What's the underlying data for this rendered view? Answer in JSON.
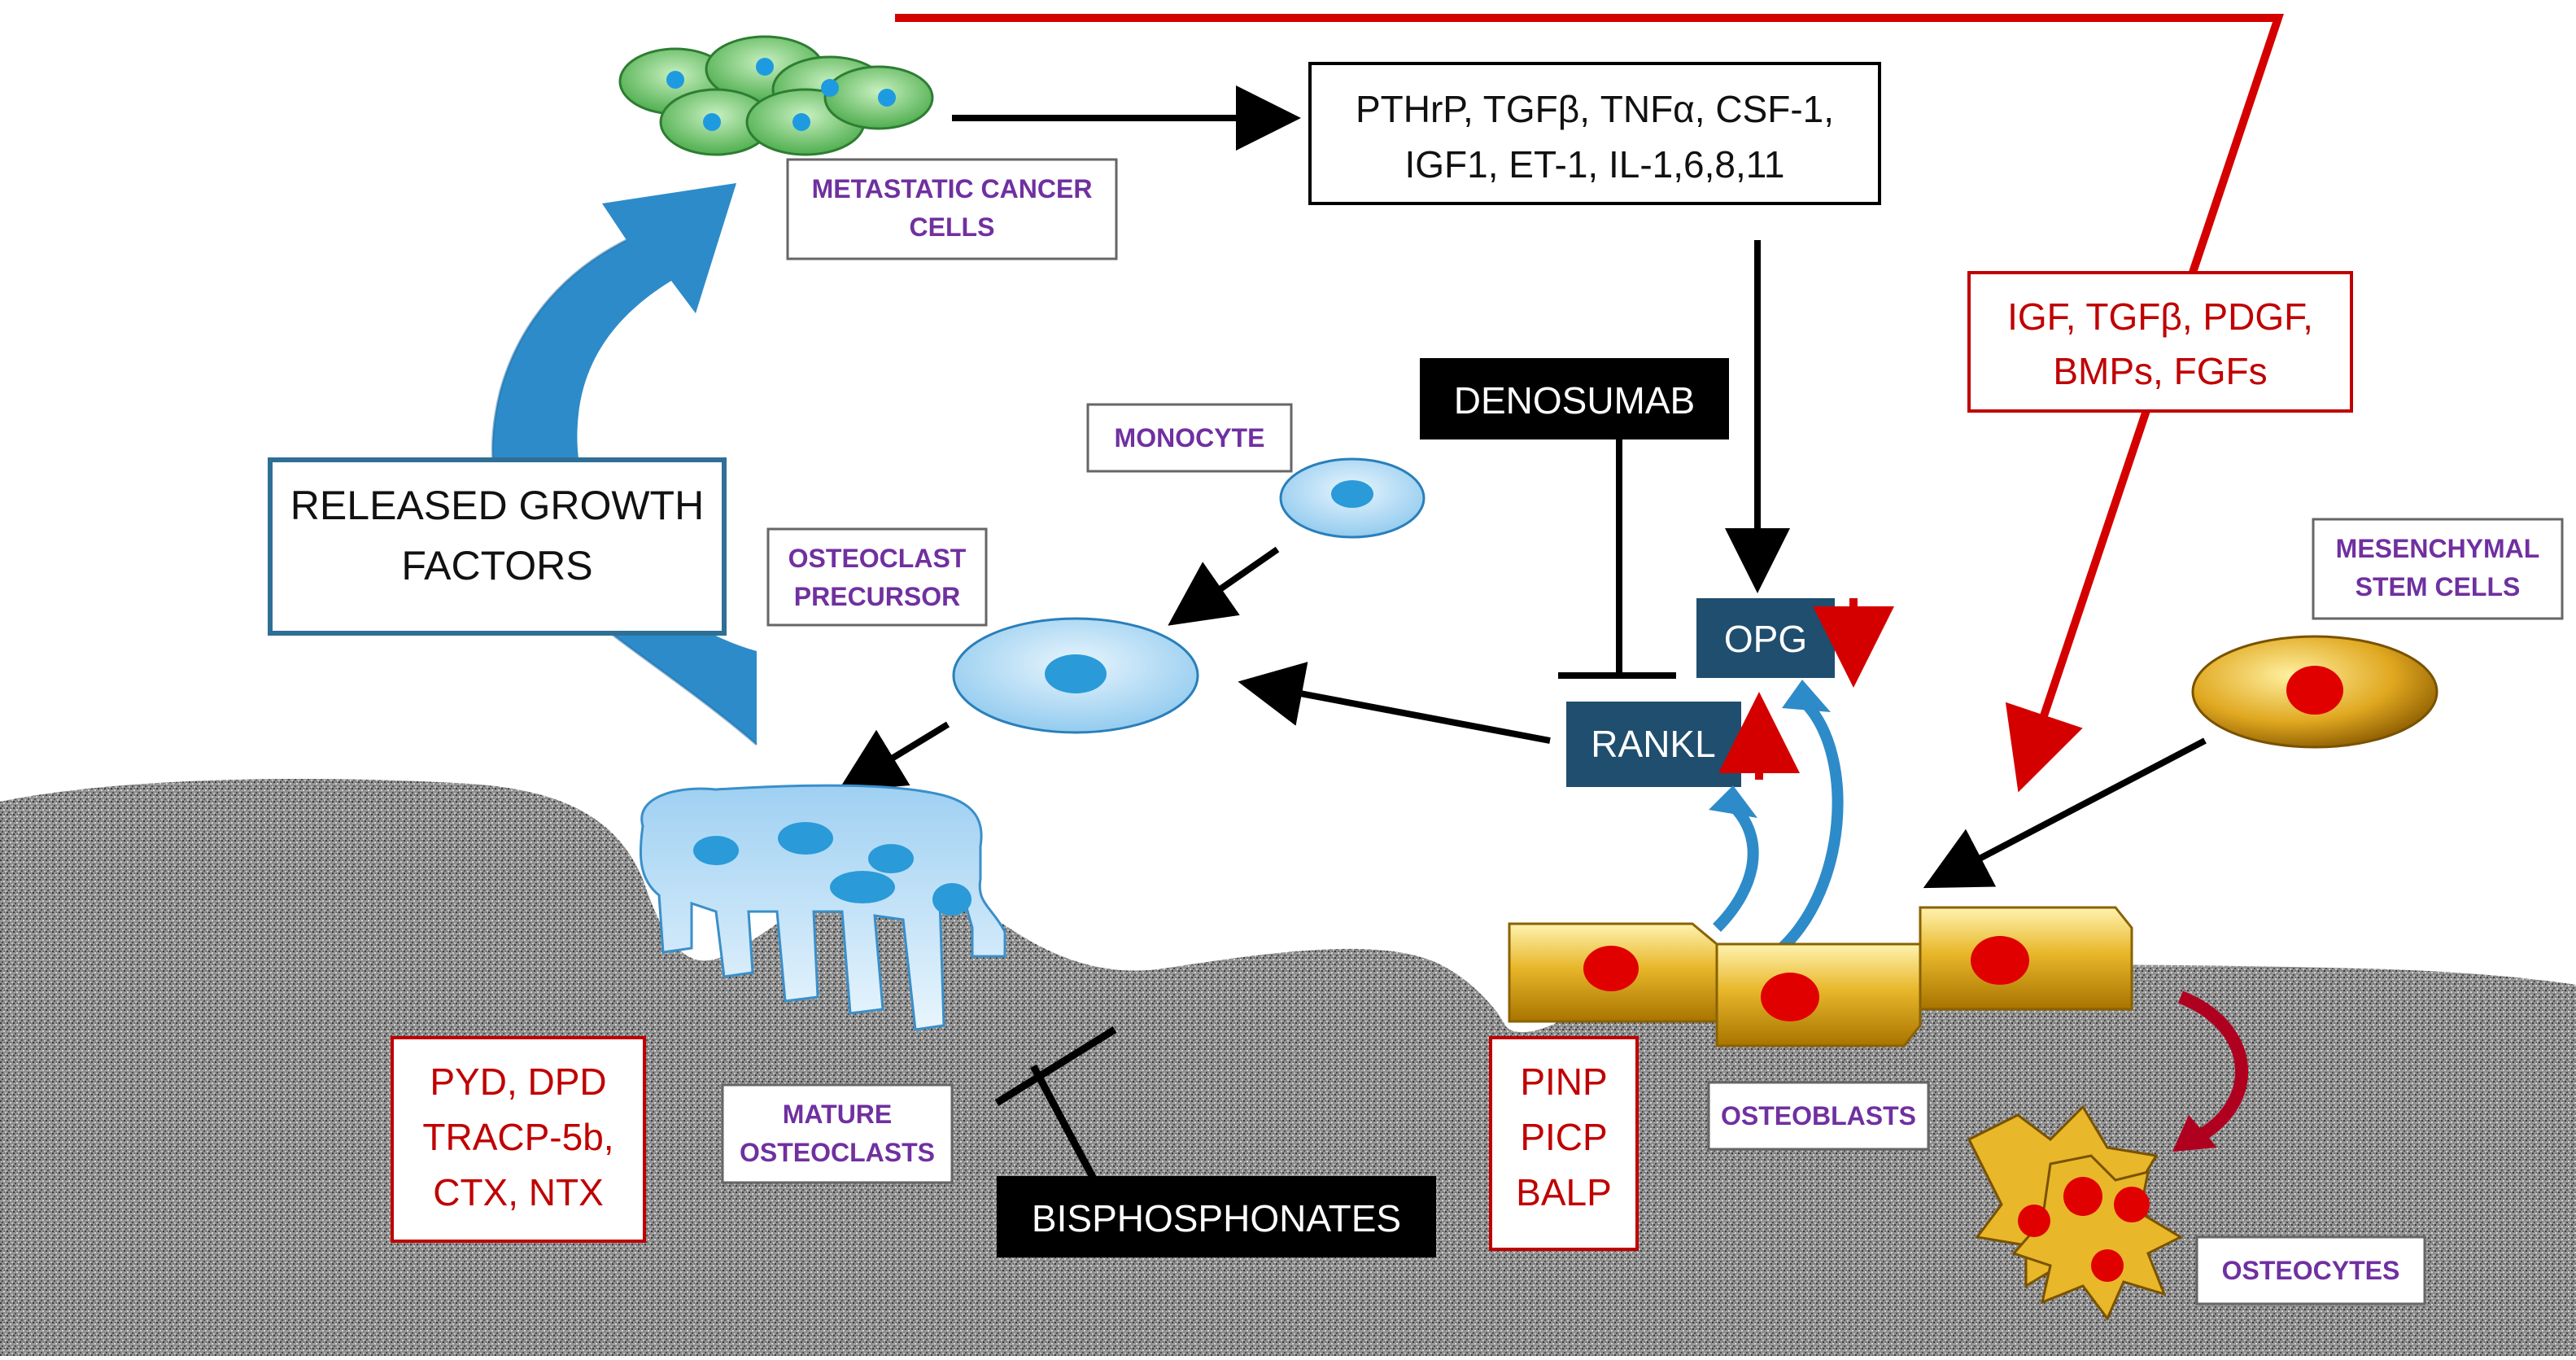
{
  "labels": {
    "metastatic_cells_1": "METASTATIC CANCER",
    "metastatic_cells_2": "CELLS",
    "factors_line1": "PTHrP, TGFβ, TNFα, CSF-1,",
    "factors_line2": "IGF1, ET-1, IL-1,6,8,11",
    "bone_factors_line1": "IGF, TGFβ, PDGF,",
    "bone_factors_line2": "BMPs, FGFs",
    "released_line1": "RELEASED GROWTH",
    "released_line2": "FACTORS",
    "denosumab": "DENOSUMAB",
    "monocyte": "MONOCYTE",
    "osteoclast_precursor_1": "OSTEOCLAST",
    "osteoclast_precursor_2": "PRECURSOR",
    "opg": "OPG",
    "rankl": "RANKL",
    "mesenchymal_1": "MESENCHYMAL",
    "mesenchymal_2": "STEM CELLS",
    "resorption_markers": [
      "PYD, DPD",
      "TRACP-5b,",
      "CTX, NTX"
    ],
    "mature_osteoclasts_1": "MATURE",
    "mature_osteoclasts_2": "OSTEOCLASTS",
    "bisphosphonates": "BISPHOSPHONATES",
    "formation_markers": [
      "PINP",
      "PICP",
      "BALP"
    ],
    "osteoblasts": "OSTEOBLASTS",
    "osteocytes": "OSTEOCYTES"
  },
  "colors": {
    "text_red": "#c00000",
    "text_purple": "#7030a0",
    "dark_box": "#1f4e6e",
    "blue_arrow": "#2e8bc9",
    "cell_blue": "#bfe0f5",
    "nucleus_blue": "#2a9ad8",
    "gold_cell": "#e8b72a",
    "nucleus_red": "#e00000",
    "bone_gray": "#8a8a8a",
    "red_line": "#d40000"
  },
  "icons": [
    "cancer-cell-cluster-icon",
    "monocyte-icon",
    "osteoclast-precursor-icon",
    "mature-osteoclast-icon",
    "mesenchymal-stem-cell-icon",
    "osteoblast-icon",
    "osteocyte-icon"
  ]
}
